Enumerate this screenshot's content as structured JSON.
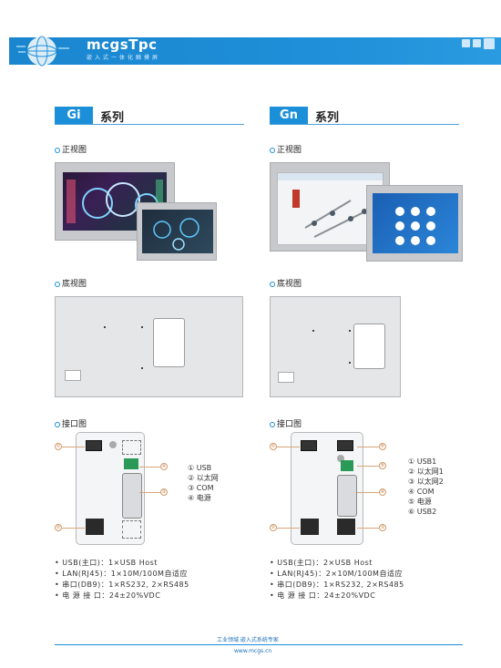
{
  "header": {
    "brand": "mcgsTpc",
    "subtitle": "嵌入式一体化触摸屏"
  },
  "left": {
    "badge": "Gi",
    "series": "系列",
    "front_label": "正视图",
    "bottom_label": "底视图",
    "port_label": "接口图",
    "legend": [
      "① USB",
      "② 以太网",
      "③ COM",
      "④ 电源"
    ],
    "specs": [
      {
        "k": "USB(主口)：",
        "v": "1×USB Host"
      },
      {
        "k": "LAN(RJ45)：",
        "v": "1×10M/100M自适应"
      },
      {
        "k": "串口(DB9)：",
        "v": "1×RS232, 2×RS485"
      },
      {
        "k": "电 源 接 口：",
        "v": "24±20%VDC"
      }
    ],
    "callouts": [
      "①",
      "②",
      "③",
      "④"
    ]
  },
  "right": {
    "badge": "Gn",
    "series": "系列",
    "front_label": "正视图",
    "bottom_label": "底视图",
    "port_label": "接口图",
    "legend": [
      "① USB1",
      "② 以太网1",
      "③ 以太网2",
      "④ COM",
      "⑤ 电源",
      "⑥ USB2"
    ],
    "specs": [
      {
        "k": "USB(主口)：",
        "v": "2×USB Host"
      },
      {
        "k": "LAN(RJ45)：",
        "v": "2×10M/100M自适应"
      },
      {
        "k": "串口(DB9)：",
        "v": "1×RS232, 2×RS485"
      },
      {
        "k": "电 源 接 口：",
        "v": "24±20%VDC"
      }
    ],
    "callouts": [
      "①",
      "②",
      "③",
      "④",
      "⑤",
      "⑥"
    ]
  },
  "footer": {
    "slogan": "工业领域    嵌入式系统专家",
    "url": "www.mcgs.cn"
  },
  "colors": {
    "brand_blue": "#1c8fd9",
    "callout": "#d19a6a"
  }
}
